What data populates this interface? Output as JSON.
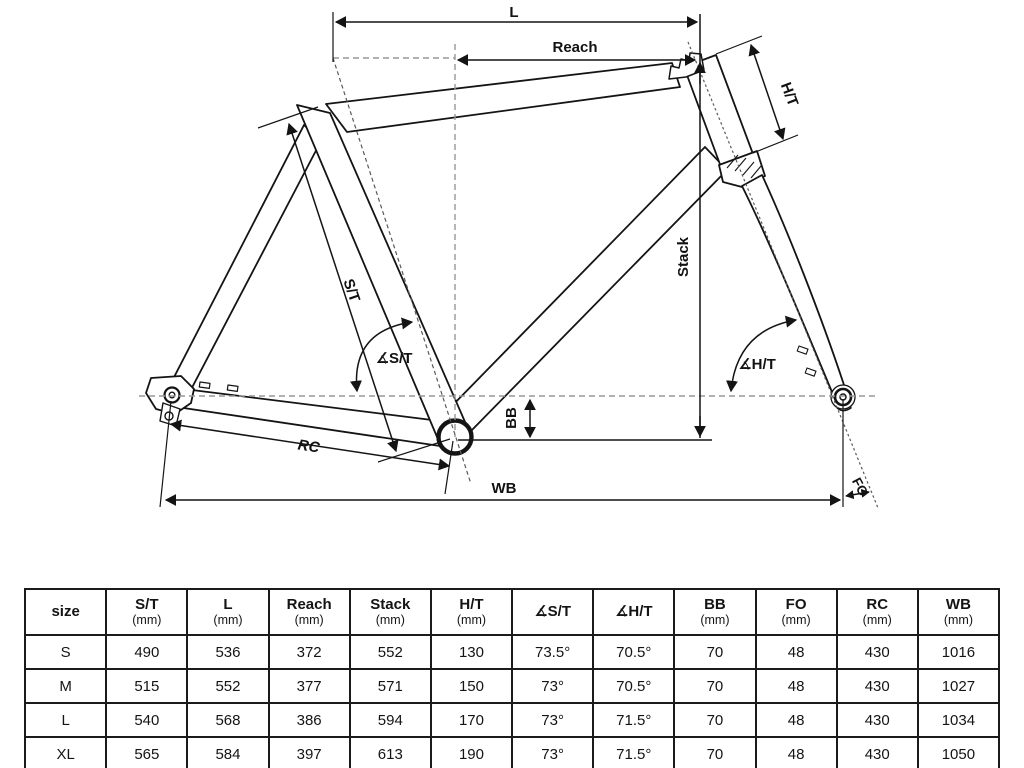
{
  "diagram": {
    "labels": {
      "l": "L",
      "reach": "Reach",
      "ht": "H/T",
      "st": "S/T",
      "angle_st": "∡S/T",
      "angle_ht": "∡H/T",
      "stack": "Stack",
      "bb": "BB",
      "rc": "RC",
      "wb": "WB",
      "fo": "FO"
    },
    "line_color": "#141414",
    "guide_color": "#979797"
  },
  "table": {
    "columns": [
      {
        "label": "size",
        "unit": ""
      },
      {
        "label": "S/T",
        "unit": "(mm)"
      },
      {
        "label": "L",
        "unit": "(mm)"
      },
      {
        "label": "Reach",
        "unit": "(mm)"
      },
      {
        "label": "Stack",
        "unit": "(mm)"
      },
      {
        "label": "H/T",
        "unit": "(mm)"
      },
      {
        "label": "∡S/T",
        "unit": ""
      },
      {
        "label": "∡H/T",
        "unit": ""
      },
      {
        "label": "BB",
        "unit": "(mm)"
      },
      {
        "label": "FO",
        "unit": "(mm)"
      },
      {
        "label": "RC",
        "unit": "(mm)"
      },
      {
        "label": "WB",
        "unit": "(mm)"
      }
    ],
    "rows": [
      {
        "cells": [
          "S",
          "490",
          "536",
          "372",
          "552",
          "130",
          "73.5°",
          "70.5°",
          "70",
          "48",
          "430",
          "1016"
        ]
      },
      {
        "cells": [
          "M",
          "515",
          "552",
          "377",
          "571",
          "150",
          "73°",
          "70.5°",
          "70",
          "48",
          "430",
          "1027"
        ]
      },
      {
        "cells": [
          "L",
          "540",
          "568",
          "386",
          "594",
          "170",
          "73°",
          "71.5°",
          "70",
          "48",
          "430",
          "1034"
        ]
      },
      {
        "cells": [
          "XL",
          "565",
          "584",
          "397",
          "613",
          "190",
          "73°",
          "71.5°",
          "70",
          "48",
          "430",
          "1050"
        ]
      }
    ]
  }
}
